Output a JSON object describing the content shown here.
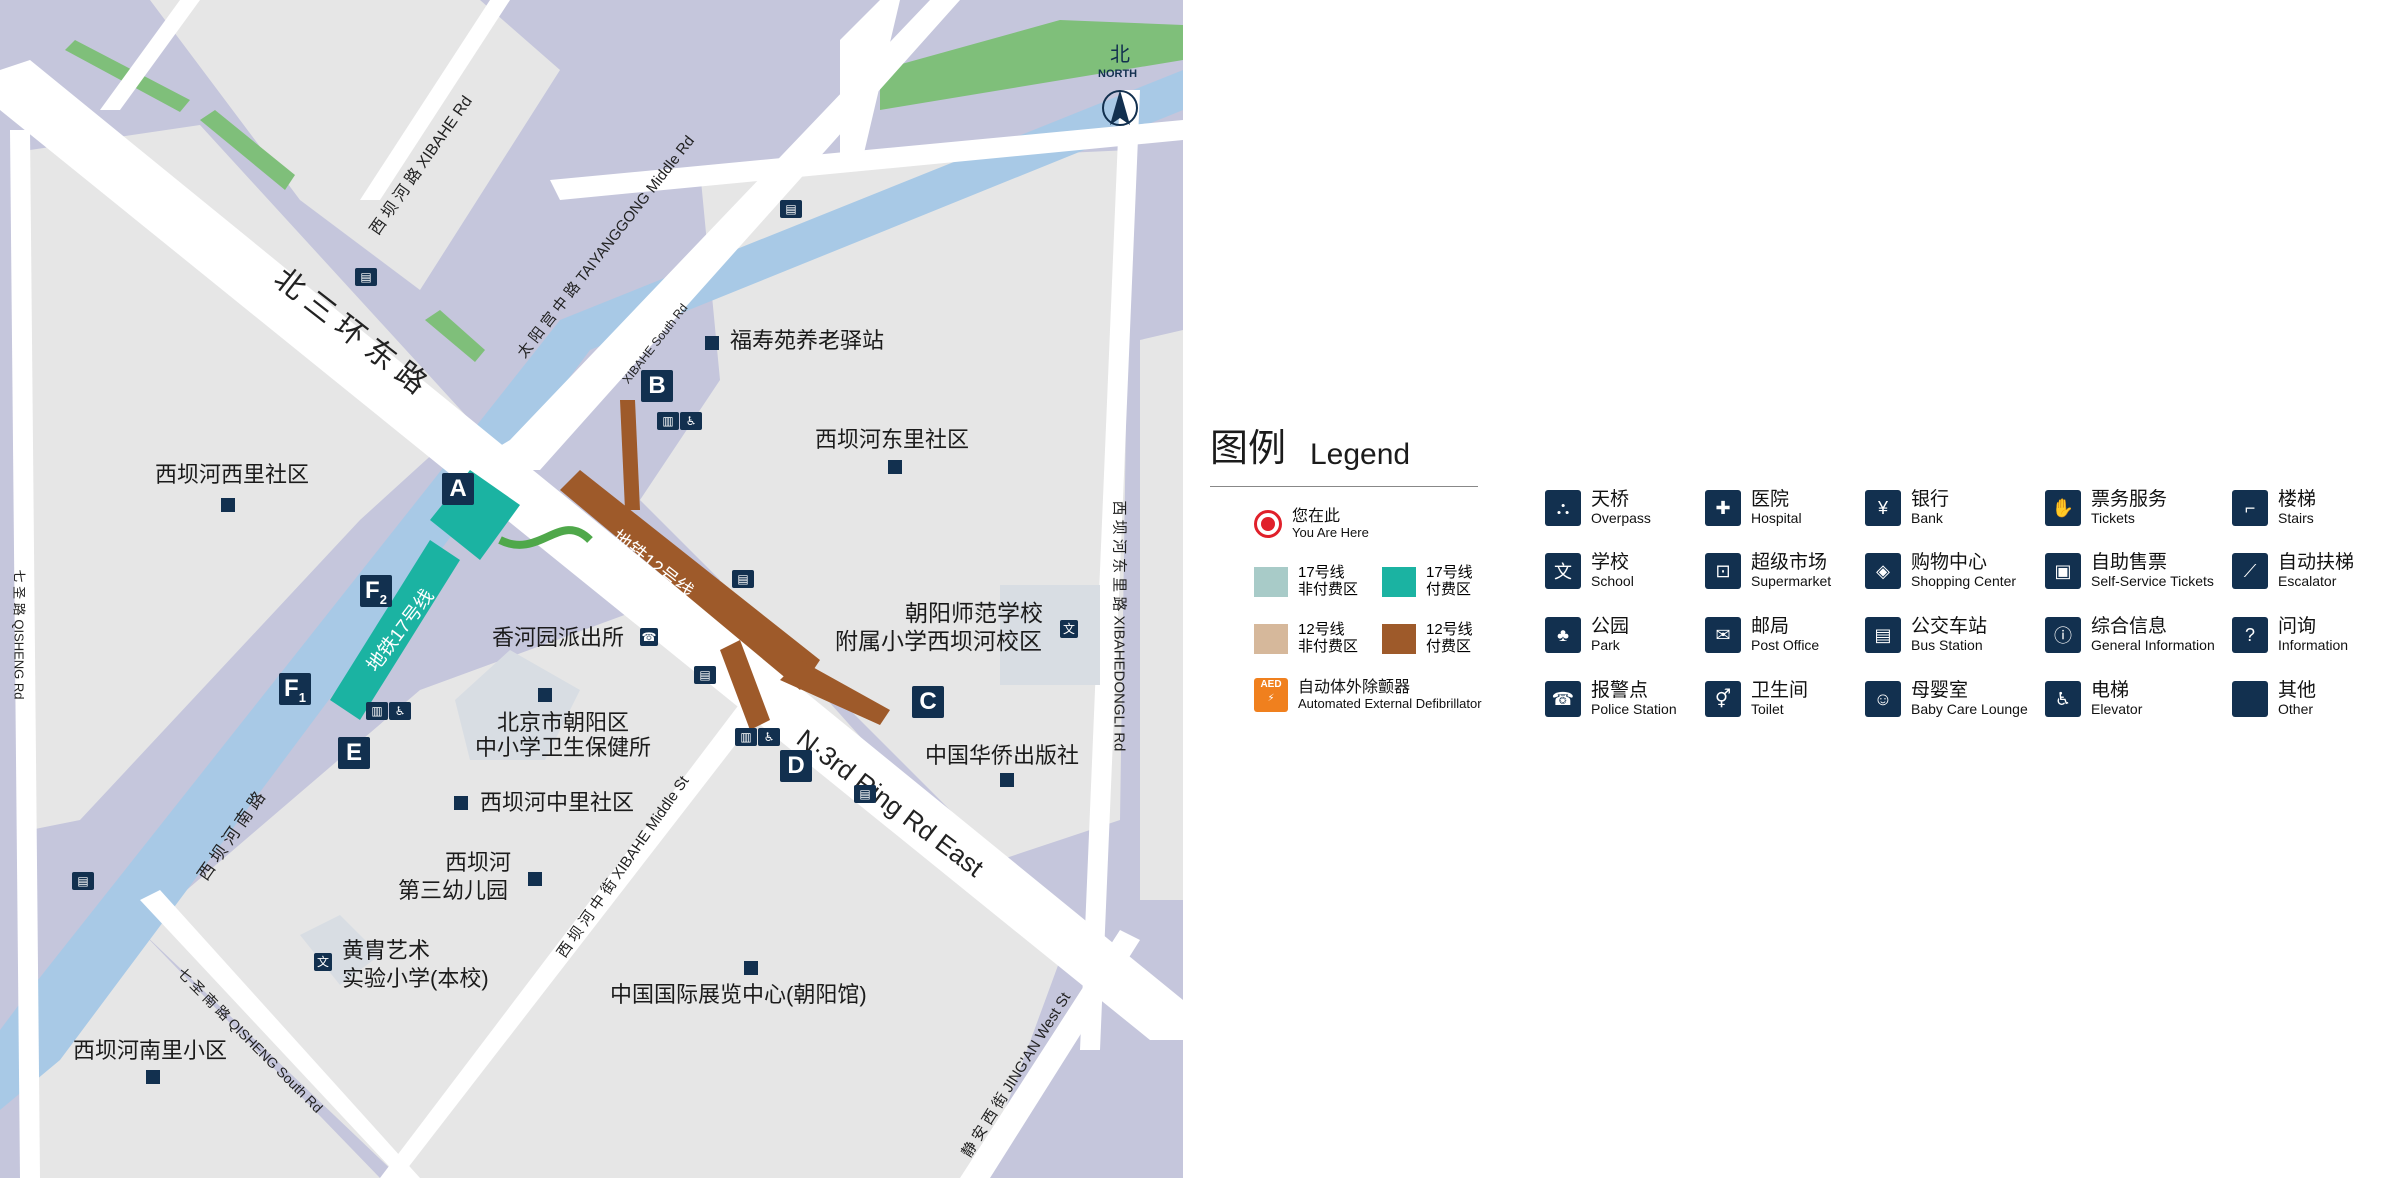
{
  "compass": {
    "cn": "北",
    "en": "NORTH"
  },
  "roads": {
    "north3_cn": "北 三 环 东 路",
    "north3_en": "N·3rd Ring Rd East",
    "xibahe_road": "西 坝 河 路 XIBAHE Rd",
    "taiyanggong": "太 阳 宫 中 路 TAIYANGGONG Middle Rd",
    "xibahe_south": "XIBAHE South Rd",
    "qisheng": "七 圣 路 QISHENG Rd",
    "xibahe_nan": "西 坝 河 南 路",
    "qisheng_south": "七 圣 南 路 QISHENG South Rd",
    "xibahe_middle": "西 坝 河 中 街 XIBAHE Middle St",
    "xibahe_dongli": "西 坝 河 东 里 路 XIBAHEDONGLI Rd",
    "jingan": "静 安 西 街 JING'AN West St"
  },
  "lines": {
    "line12": "地铁12号线",
    "line17": "地铁17号线"
  },
  "exits": {
    "A": "A",
    "B": "B",
    "C": "C",
    "D": "D",
    "E": "E",
    "F1": "F",
    "F1_sub": "1",
    "F2": "F",
    "F2_sub": "2"
  },
  "places": {
    "fushouyuan": "福寿苑养老驿站",
    "dongli": "西坝河东里社区",
    "xili": "西坝河西里社区",
    "police": "香河园派出所",
    "clinic_1": "北京市朝阳区",
    "clinic_2": "中小学卫生保健所",
    "zhongli": "西坝河中里社区",
    "school_1": "朝阳师范学校",
    "school_2": "附属小学西坝河校区",
    "huaqiao": "中国华侨出版社",
    "kindergarten_1": "西坝河",
    "kindergarten_2": "第三幼儿园",
    "huangjing_1": "黄胄艺术",
    "huangjing_2": "实验小学(本校)",
    "expo": "中国国际展览中心(朝阳馆)",
    "nanli": "西坝河南里小区"
  },
  "legend": {
    "title_cn": "图例",
    "title_en": "Legend",
    "you_are_here_cn": "您在此",
    "you_are_here_en": "You Are Here",
    "l17_free_1": "17号线",
    "l17_free_2": "非付费区",
    "l17_paid_1": "17号线",
    "l17_paid_2": "付费区",
    "l12_free_1": "12号线",
    "l12_free_2": "非付费区",
    "l12_paid_1": "12号线",
    "l12_paid_2": "付费区",
    "aed_cn": "自动体外除颤器",
    "aed_en": "Automated External Defibrillator",
    "aed_badge": "AED",
    "colors": {
      "l17_free": "#a8cbc8",
      "l17_paid": "#1bb3a2",
      "l12_free": "#d6b89b",
      "l12_paid": "#9e5a2a"
    },
    "items": [
      {
        "cn": "天桥",
        "en": "Overpass",
        "icon": "overpass-icon",
        "glyph": "⛬"
      },
      {
        "cn": "医院",
        "en": "Hospital",
        "icon": "hospital-icon",
        "glyph": "✚"
      },
      {
        "cn": "银行",
        "en": "Bank",
        "icon": "bank-icon",
        "glyph": "¥"
      },
      {
        "cn": "票务服务",
        "en": "Tickets",
        "icon": "tickets-icon",
        "glyph": "✋"
      },
      {
        "cn": "楼梯",
        "en": "Stairs",
        "icon": "stairs-icon",
        "glyph": "⌐"
      },
      {
        "cn": "学校",
        "en": "School",
        "icon": "school-icon",
        "glyph": "文"
      },
      {
        "cn": "超级市场",
        "en": "Supermarket",
        "icon": "supermarket-icon",
        "glyph": "⊡"
      },
      {
        "cn": "购物中心",
        "en": "Shopping Center",
        "icon": "shopping-icon",
        "glyph": "◈"
      },
      {
        "cn": "自助售票",
        "en": "Self-Service Tickets",
        "icon": "self-ticket-icon",
        "glyph": "▣"
      },
      {
        "cn": "自动扶梯",
        "en": "Escalator",
        "icon": "escalator-icon",
        "glyph": "⟋"
      },
      {
        "cn": "公园",
        "en": "Park",
        "icon": "park-icon",
        "glyph": "♣"
      },
      {
        "cn": "邮局",
        "en": "Post Office",
        "icon": "post-icon",
        "glyph": "✉"
      },
      {
        "cn": "公交车站",
        "en": "Bus Station",
        "icon": "bus-icon",
        "glyph": "▤"
      },
      {
        "cn": "综合信息",
        "en": "General Information",
        "icon": "info-icon",
        "glyph": "ⓘ"
      },
      {
        "cn": "问询",
        "en": "Information",
        "icon": "question-icon",
        "glyph": "?"
      },
      {
        "cn": "报警点",
        "en": "Police Station",
        "icon": "police-icon",
        "glyph": "☎"
      },
      {
        "cn": "卫生间",
        "en": "Toilet",
        "icon": "toilet-icon",
        "glyph": "⚥"
      },
      {
        "cn": "母婴室",
        "en": "Baby Care Lounge",
        "icon": "baby-icon",
        "glyph": "☺"
      },
      {
        "cn": "电梯",
        "en": "Elevator",
        "icon": "elevator-icon",
        "glyph": "♿"
      },
      {
        "cn": "其他",
        "en": "Other",
        "icon": "other-icon",
        "glyph": ""
      }
    ]
  }
}
